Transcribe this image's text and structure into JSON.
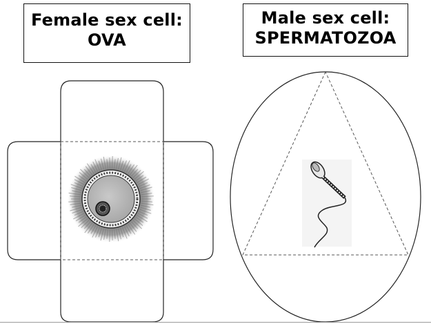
{
  "female": {
    "heading_line1": "Female sex cell:",
    "heading_line2": "OVA"
  },
  "male": {
    "heading_line1": "Male sex cell:",
    "heading_line2": "SPERMATOZOA"
  },
  "colors": {
    "outline": "#222222",
    "dashed_fold": "#555555",
    "ova_halo": "#8a8a8a"
  }
}
